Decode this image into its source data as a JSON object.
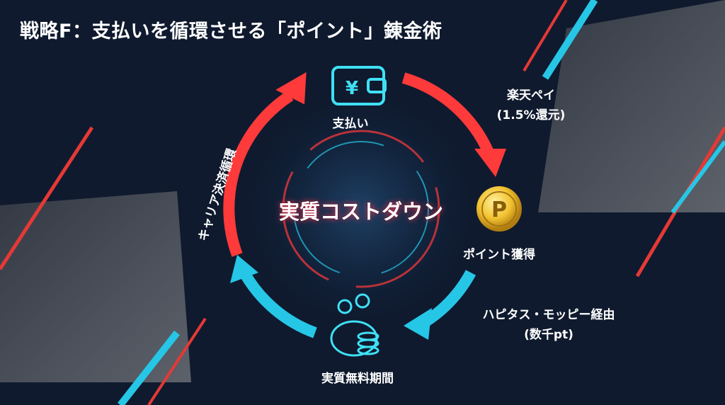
{
  "title": "戦略F：支払いを循環させる「ポイント」錬金術",
  "center_label": "実質コストダウン",
  "nodes": {
    "payment": {
      "label": "支払い",
      "icon": "wallet-yen-icon"
    },
    "points": {
      "label": "ポイント獲得",
      "icon": "gold-coin-p-icon"
    },
    "free": {
      "label": "実質無料期間",
      "icon": "piggy-bank-coins-icon"
    }
  },
  "edges": {
    "payment_to_points": {
      "line1": "楽天ペイ",
      "line2": "(1.5%還元)"
    },
    "points_to_free": {
      "line1": "ハピタス・モッピー経由",
      "line2": "(数千pt)"
    },
    "free_to_payment": {
      "label": "キャリア決済循環"
    }
  },
  "colors": {
    "background": "#0f1a2e",
    "red_arrow": "#ff3a3a",
    "cyan_arrow": "#26c6e6",
    "coin": "#f2c230"
  }
}
